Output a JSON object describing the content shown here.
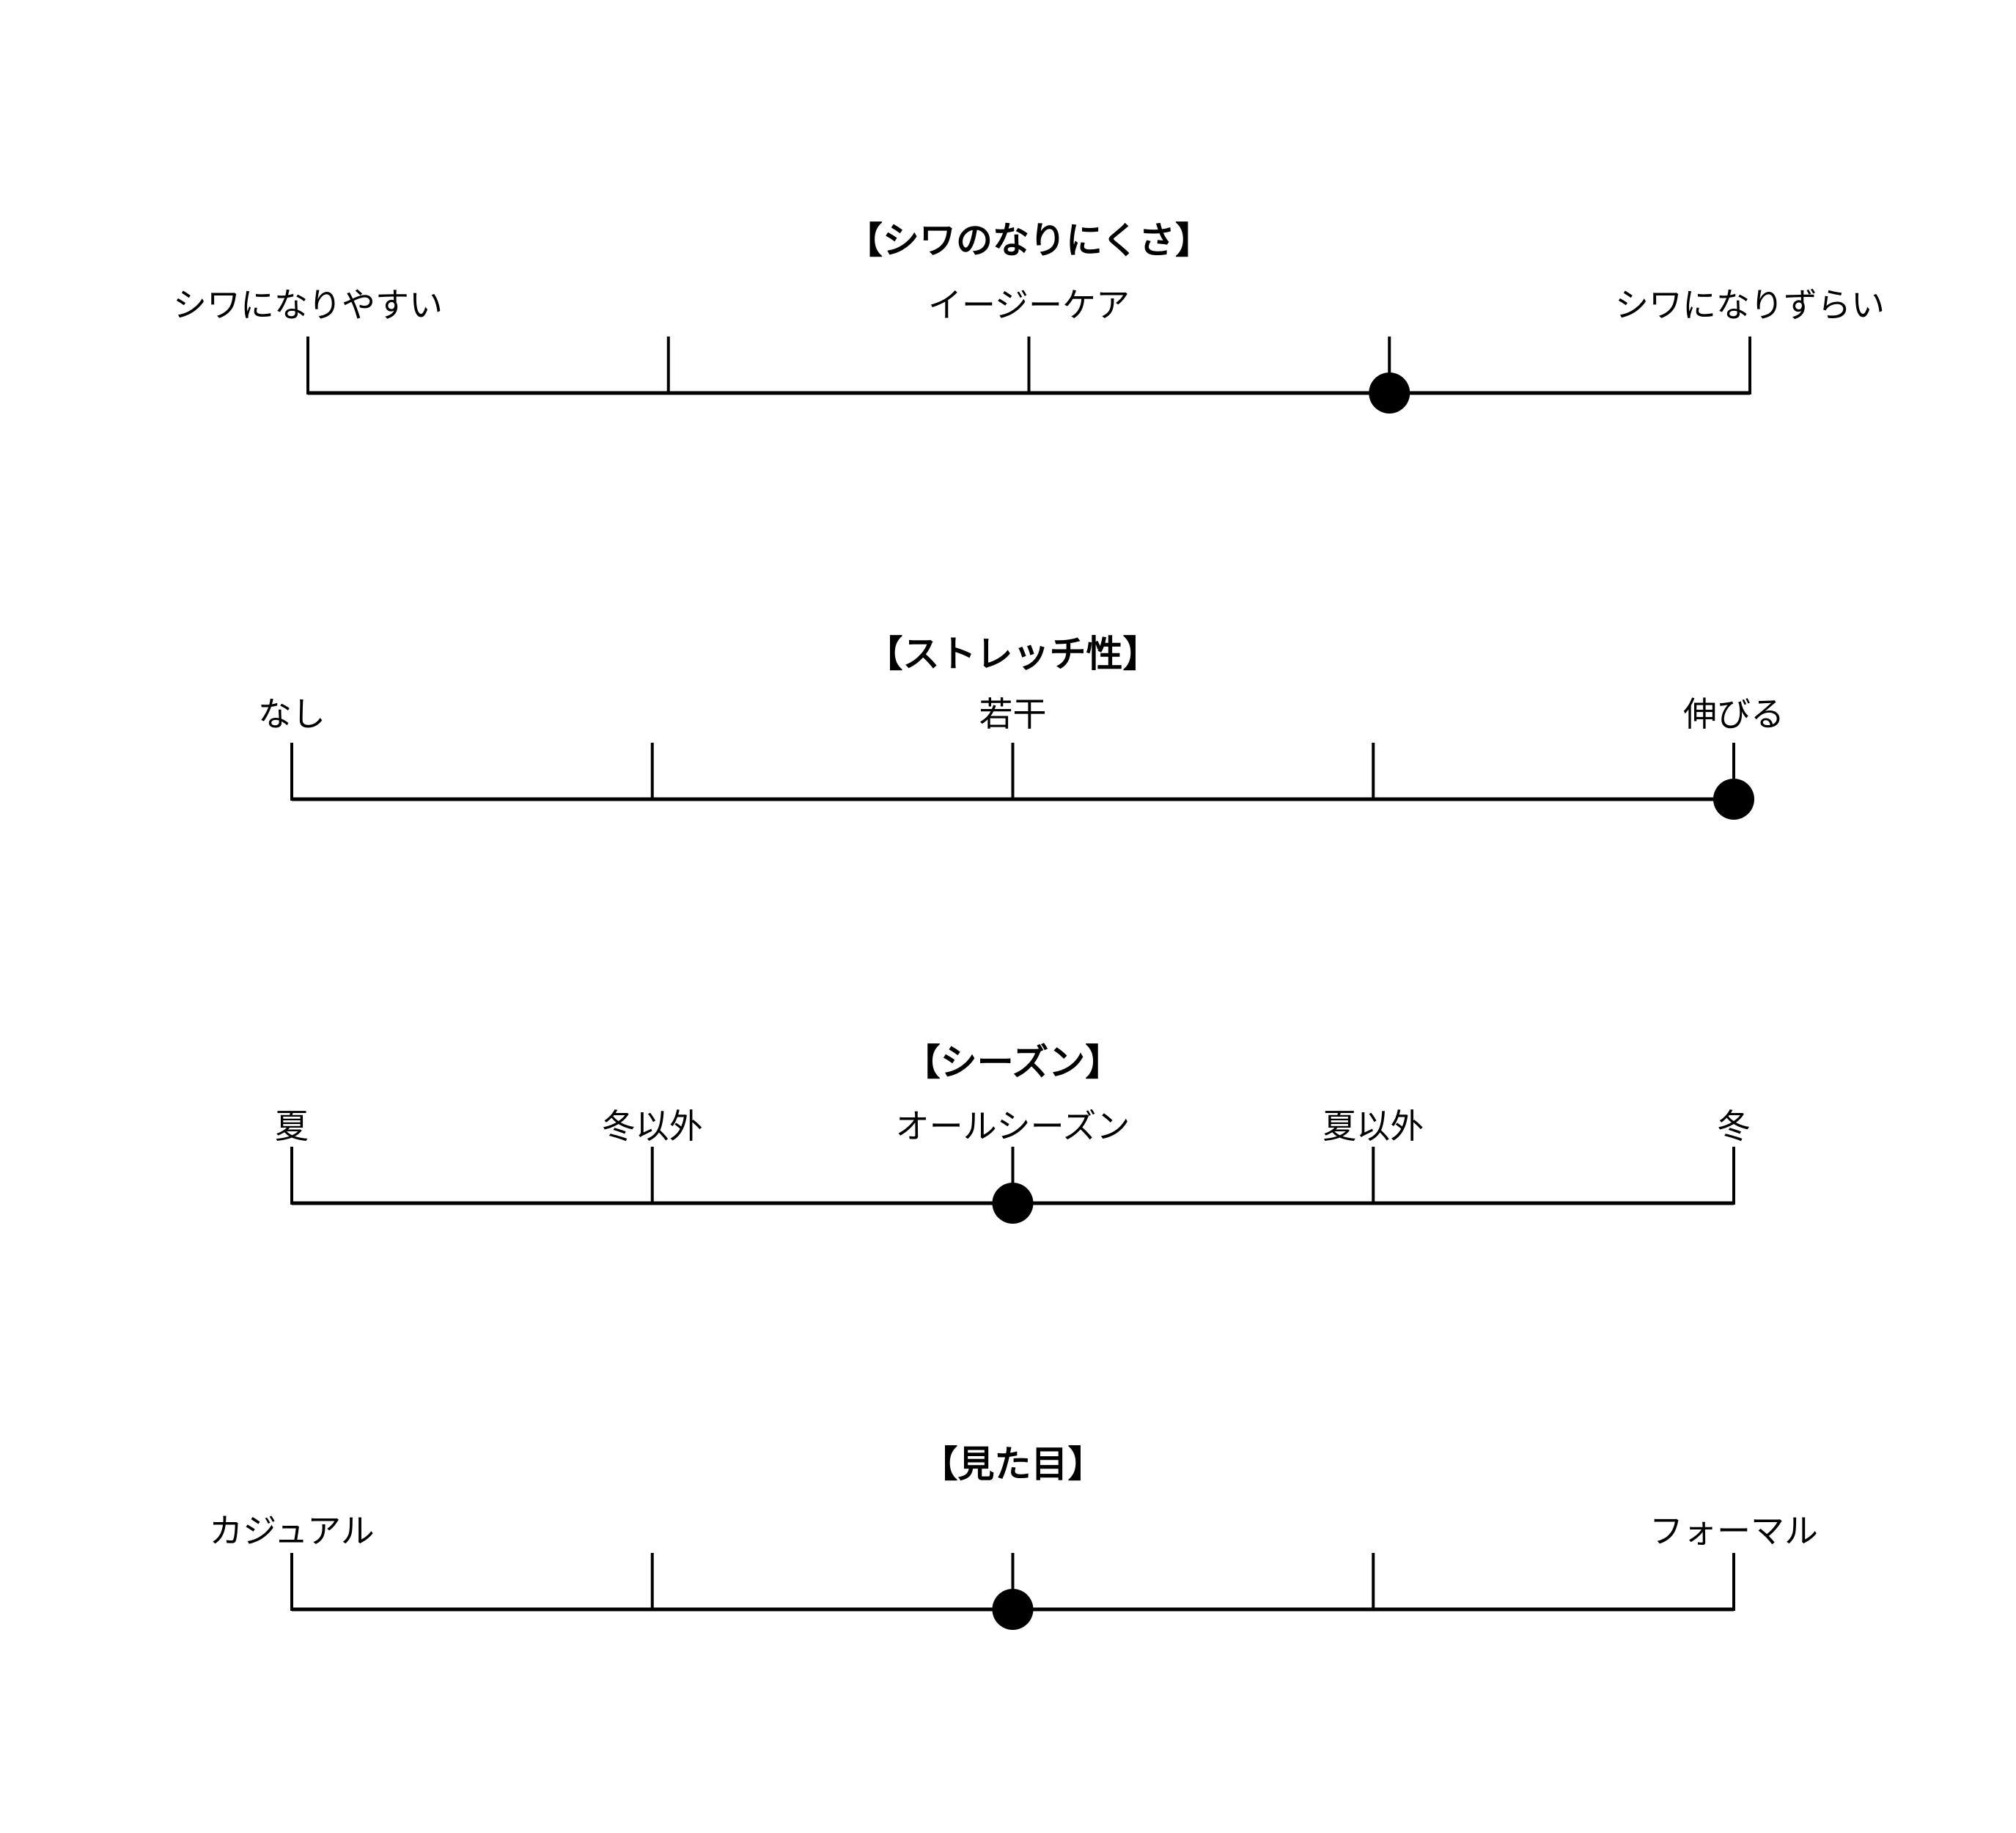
{
  "scales": [
    {
      "title": "【シワのなりにくさ】",
      "ticks": 5,
      "value_index": 3,
      "labels": [
        {
          "text": "シワになりやすい",
          "tick": 0
        },
        {
          "text": "イージーケア",
          "tick": 2
        },
        {
          "text": "シワになりずらい",
          "tick": 4
        }
      ]
    },
    {
      "title": "【ストレッチ性】",
      "ticks": 5,
      "value_index": 4,
      "labels": [
        {
          "text": "なし",
          "tick": 0
        },
        {
          "text": "若干",
          "tick": 2
        },
        {
          "text": "伸びる",
          "tick": 4
        }
      ]
    },
    {
      "title": "【シーズン】",
      "ticks": 5,
      "value_index": 2,
      "labels": [
        {
          "text": "夏",
          "tick": 0
        },
        {
          "text": "冬以外",
          "tick": 1
        },
        {
          "text": "オールシーズン",
          "tick": 2
        },
        {
          "text": "夏以外",
          "tick": 3
        },
        {
          "text": "冬",
          "tick": 4
        }
      ]
    },
    {
      "title": "【見た目】",
      "ticks": 5,
      "value_index": 2,
      "labels": [
        {
          "text": "カジュアル",
          "tick": 0
        },
        {
          "text": "フォーマル",
          "tick": 4
        }
      ]
    }
  ],
  "colors": {
    "line": "#000000",
    "marker": "#000000"
  }
}
